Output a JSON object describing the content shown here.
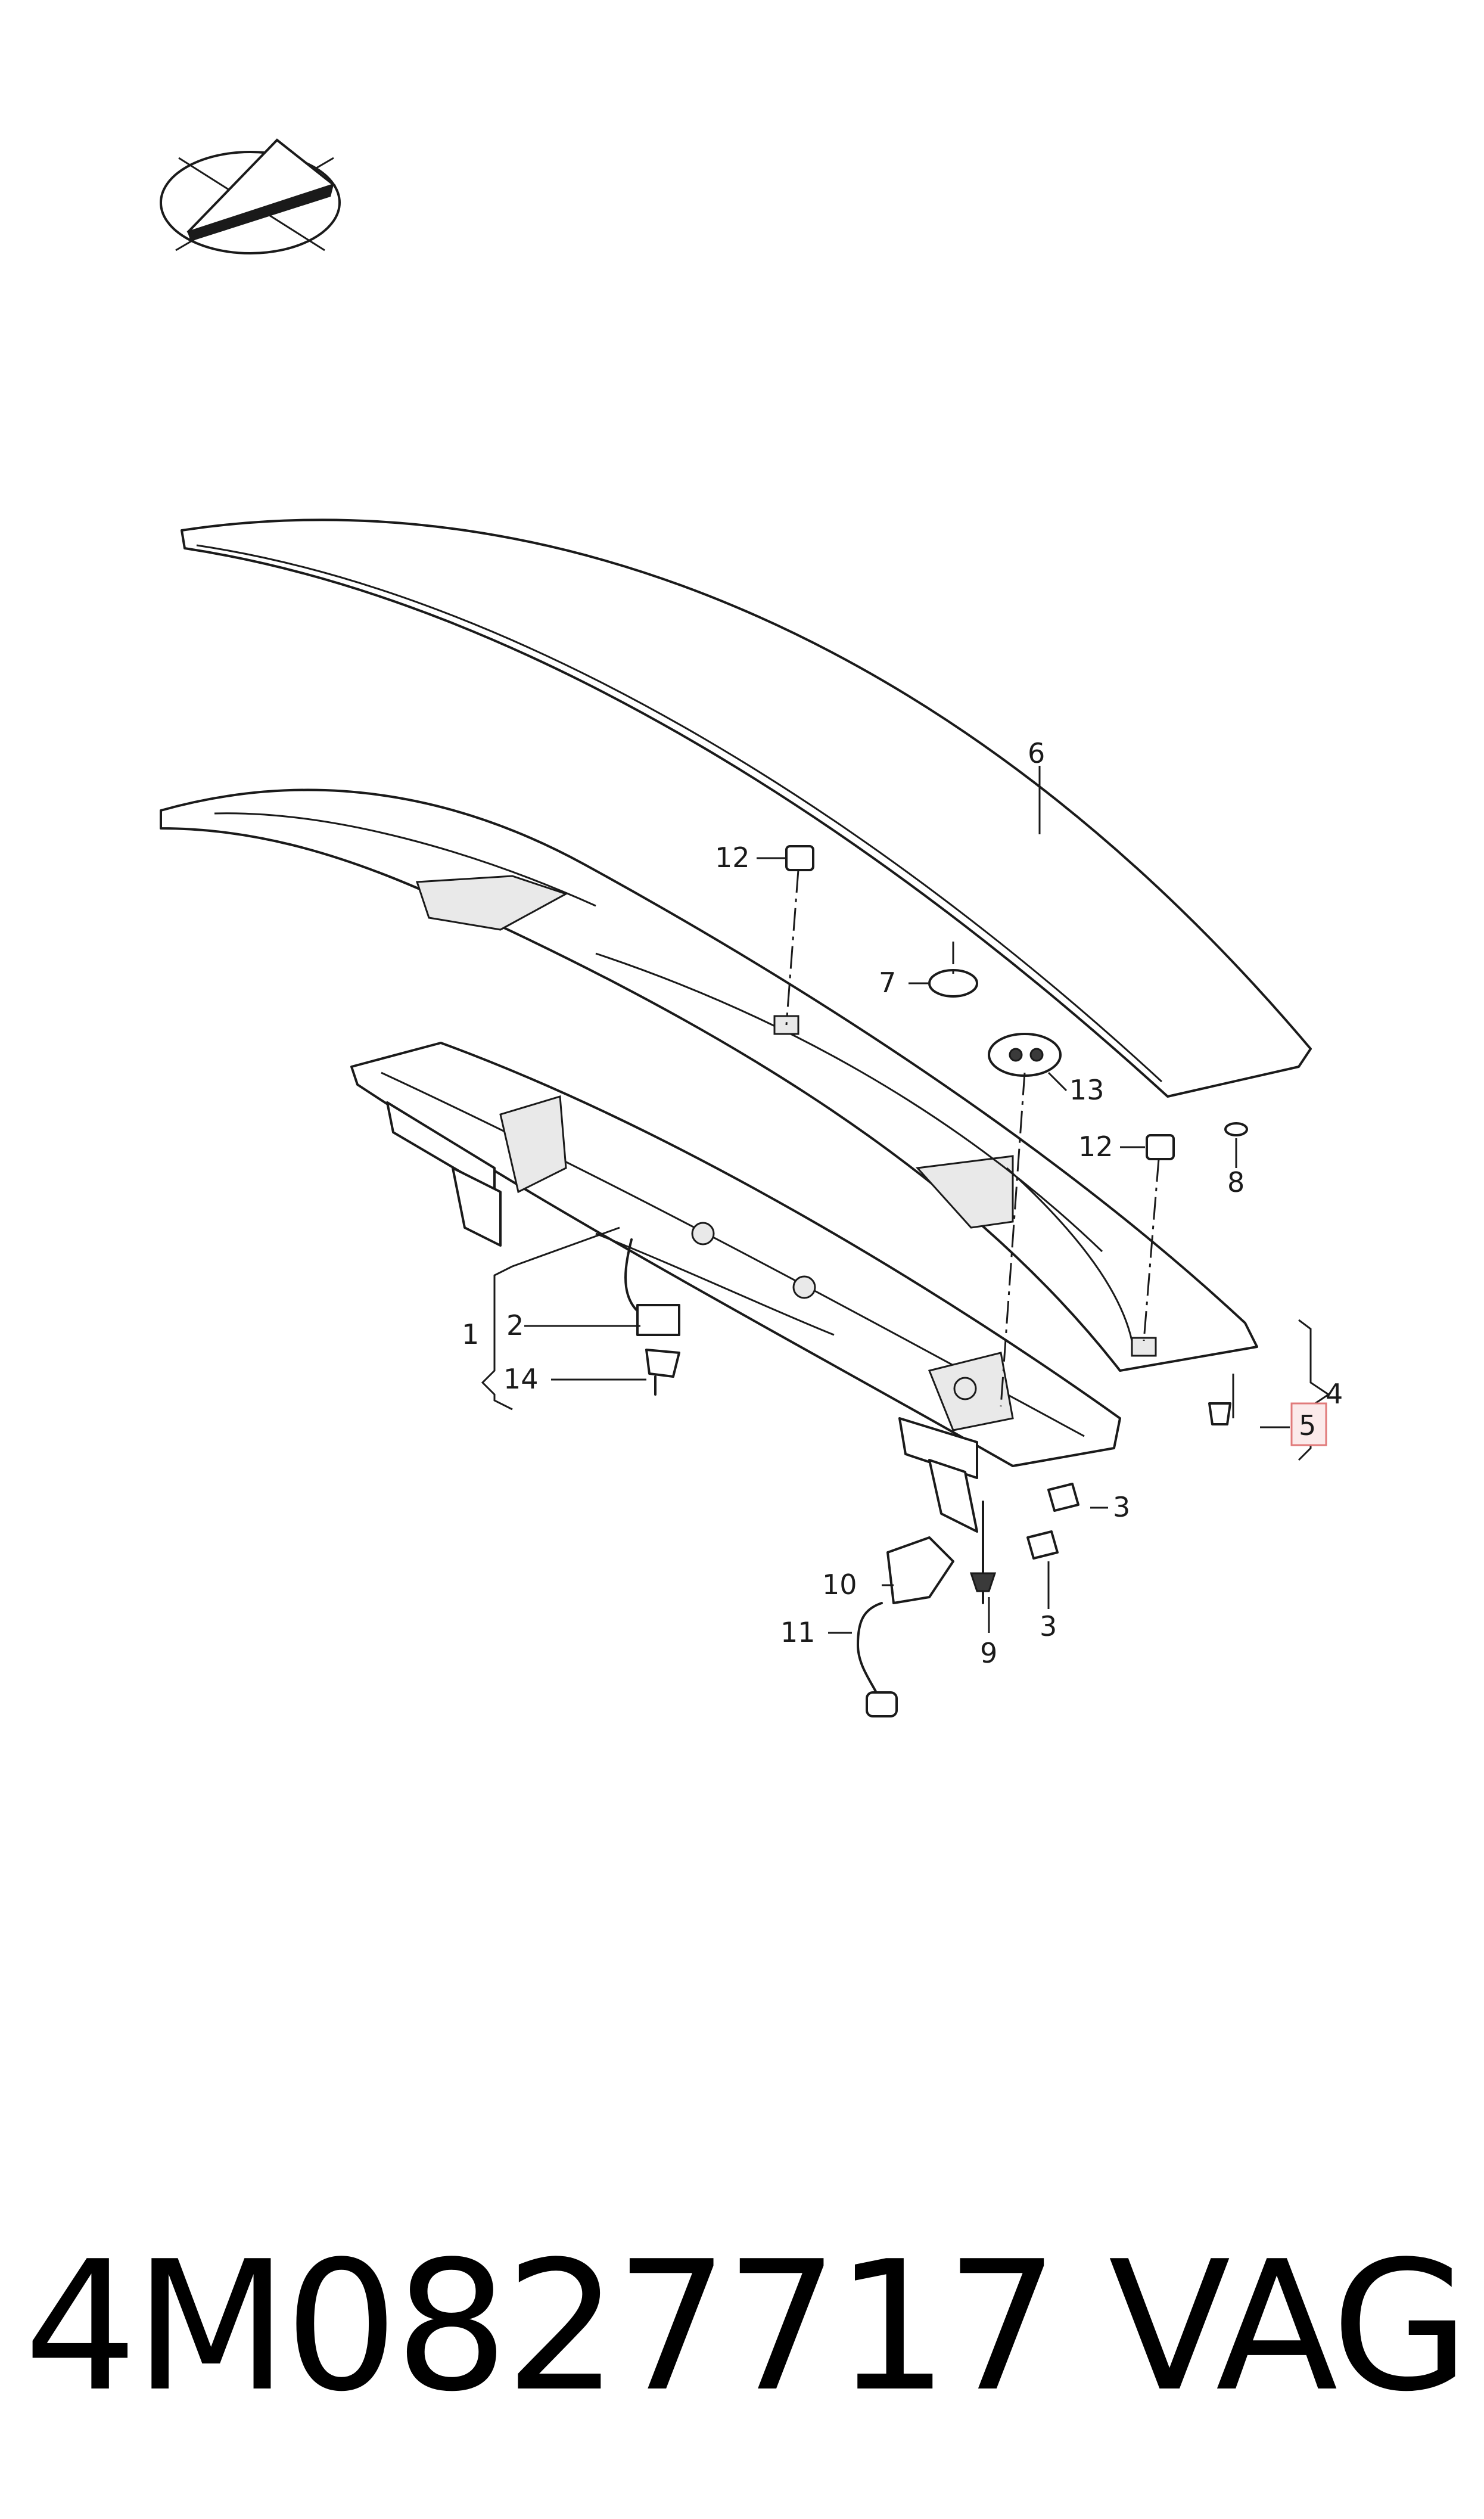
{
  "callouts": {
    "c1": "1",
    "c2": "2",
    "c3a": "3",
    "c3b": "3",
    "c4": "4",
    "c5": "5",
    "c6": "6",
    "c7": "7",
    "c8": "8",
    "c9": "9",
    "c10": "10",
    "c11": "11",
    "c12a": "12",
    "c12b": "12",
    "c13": "13",
    "c14": "14"
  },
  "highlighted_callout": "5",
  "highlight_color": "#e07a7a",
  "footer": {
    "part_number": "4M0827717",
    "brand": "VAG"
  },
  "icons": {
    "orientation": "direction-arrow-icon"
  }
}
